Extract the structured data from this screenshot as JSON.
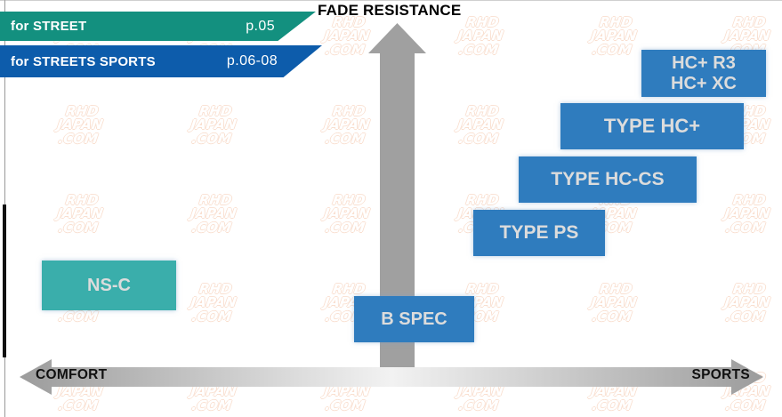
{
  "chart_data": {
    "type": "scatter",
    "title": "FADE RESISTANCE",
    "xlabel_left": "COMFORT",
    "xlabel_right": "SPORTS",
    "ylabel": "FADE RESISTANCE",
    "grid": false,
    "legend": "none",
    "xlim": [
      0,
      100
    ],
    "ylim": [
      0,
      100
    ],
    "series": [
      {
        "name": "NS-C",
        "x": 9,
        "y": 22,
        "color": "#3aaeab"
      },
      {
        "name": "B SPEC",
        "x": 44,
        "y": 14,
        "color": "#2f7cbe"
      },
      {
        "name": "TYPE PS",
        "x": 60,
        "y": 40,
        "color": "#2f7cbe"
      },
      {
        "name": "TYPE HC-CS",
        "x": 71,
        "y": 54,
        "color": "#2f7cbe"
      },
      {
        "name": "TYPE HC+",
        "x": 80,
        "y": 68,
        "color": "#2f7cbe"
      },
      {
        "name": "HC+ R3\nHC+ XC",
        "x": 89,
        "y": 82,
        "color": "#2f7cbe"
      }
    ]
  },
  "title": {
    "fade_resistance": "FADE RESISTANCE"
  },
  "axis": {
    "comfort_label": "COMFORT",
    "sports_label": "SPORTS",
    "arrow_up_icon": "arrow-up-icon",
    "arrow_left_icon": "arrow-left-icon",
    "arrow_right_icon": "arrow-right-icon"
  },
  "banners": [
    {
      "name": "for STREET",
      "page": "p.05",
      "color": "#13907f"
    },
    {
      "name": "for STREETS SPORTS",
      "page": "p.06-08",
      "color": "#0d5cab"
    }
  ],
  "products": [
    {
      "label": "NS-C",
      "color": "#3aaeab"
    },
    {
      "label": "B SPEC",
      "color": "#2f7cbe"
    },
    {
      "label": "TYPE PS",
      "color": "#2f7cbe"
    },
    {
      "label": "TYPE HC-CS",
      "color": "#2f7cbe"
    },
    {
      "label": "TYPE HC+",
      "color": "#2f7cbe"
    },
    {
      "label": "HC+ R3\nHC+ XC",
      "color": "#2f7cbe"
    }
  ],
  "watermark": {
    "line1": "RHD",
    "line2": "JAPAN",
    "line3": ".COM"
  }
}
